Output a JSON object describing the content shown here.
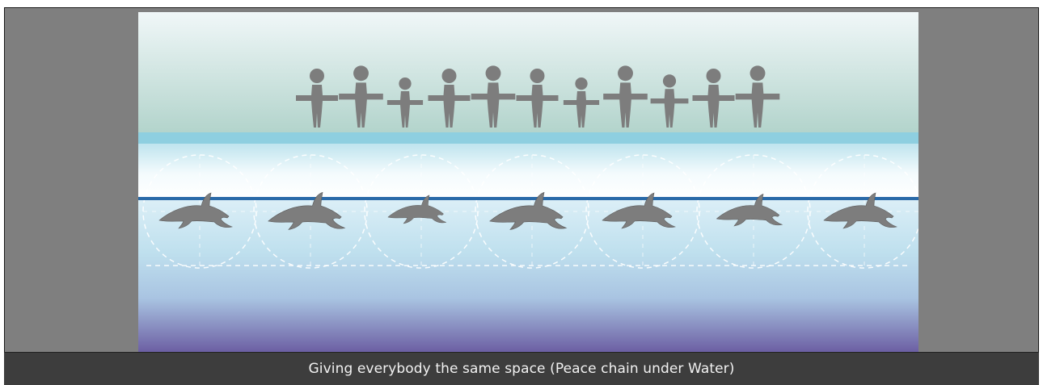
{
  "caption": "Giving everybody the same space (Peace chain under Water)",
  "colors": {
    "frame_gray": "#7f7f7f",
    "caption_bar": "#3d3d3d",
    "figure_gray": "#7d7d7d",
    "water_line": "#2a6aa8",
    "shore_band": "#8ecfe0",
    "sky_top": "#eef6f7",
    "sky_bottom": "#b7d6cf",
    "deep_water": "#6a5aa0"
  },
  "scene": {
    "people_count": 11,
    "dolphin_count": 7,
    "space_circle_count": 7,
    "icons": [
      "person-icon",
      "dolphin-icon",
      "territory-circle-icon"
    ]
  }
}
